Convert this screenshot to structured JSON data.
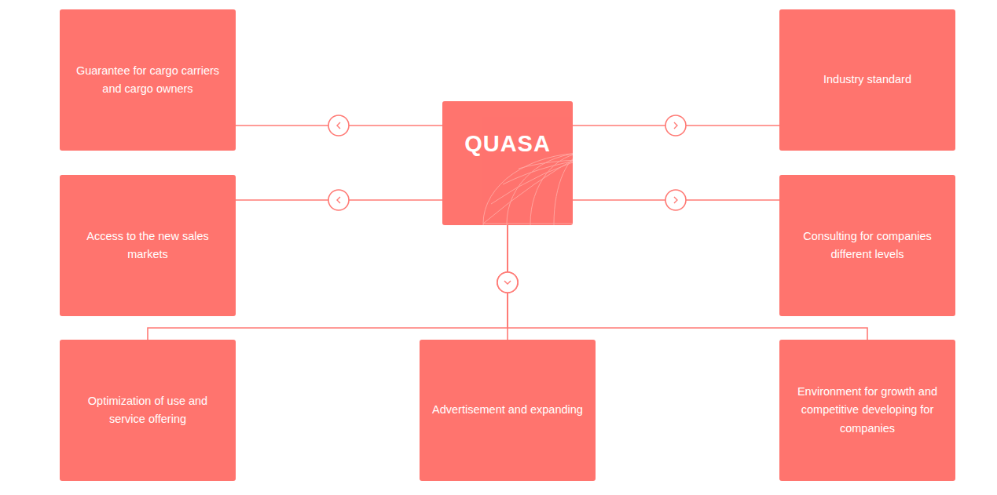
{
  "diagram": {
    "nodes": [
      {
        "text": [
          "Guarantee for cargo carriers and cargo owners"
        ]
      },
      {
        "text": [
          "QUASA"
        ]
      },
      {
        "text": [
          "Industry standard"
        ]
      },
      {
        "text": [
          "Access to the new sales markets"
        ]
      },
      {
        "text": [
          "Consulting for companies different levels"
        ]
      },
      {
        "text": [
          "Optimization of use and service offering"
        ]
      },
      {
        "text": [
          "Advertisement and expanding"
        ]
      },
      {
        "text": [
          "Environment for growth and competitive developing for companies"
        ]
      }
    ],
    "edges": [
      {
        "from": 1,
        "to": 0,
        "arrow": "to"
      },
      {
        "from": 1,
        "to": 2,
        "arrow": "to"
      },
      {
        "from": 1,
        "to": 3,
        "arrow": "to"
      },
      {
        "from": 1,
        "to": 4,
        "arrow": "to"
      },
      {
        "from": 1,
        "to": 5,
        "arrow": "to"
      },
      {
        "from": 1,
        "to": 6,
        "arrow": "to"
      },
      {
        "from": 1,
        "to": 7,
        "arrow": "to"
      }
    ]
  }
}
